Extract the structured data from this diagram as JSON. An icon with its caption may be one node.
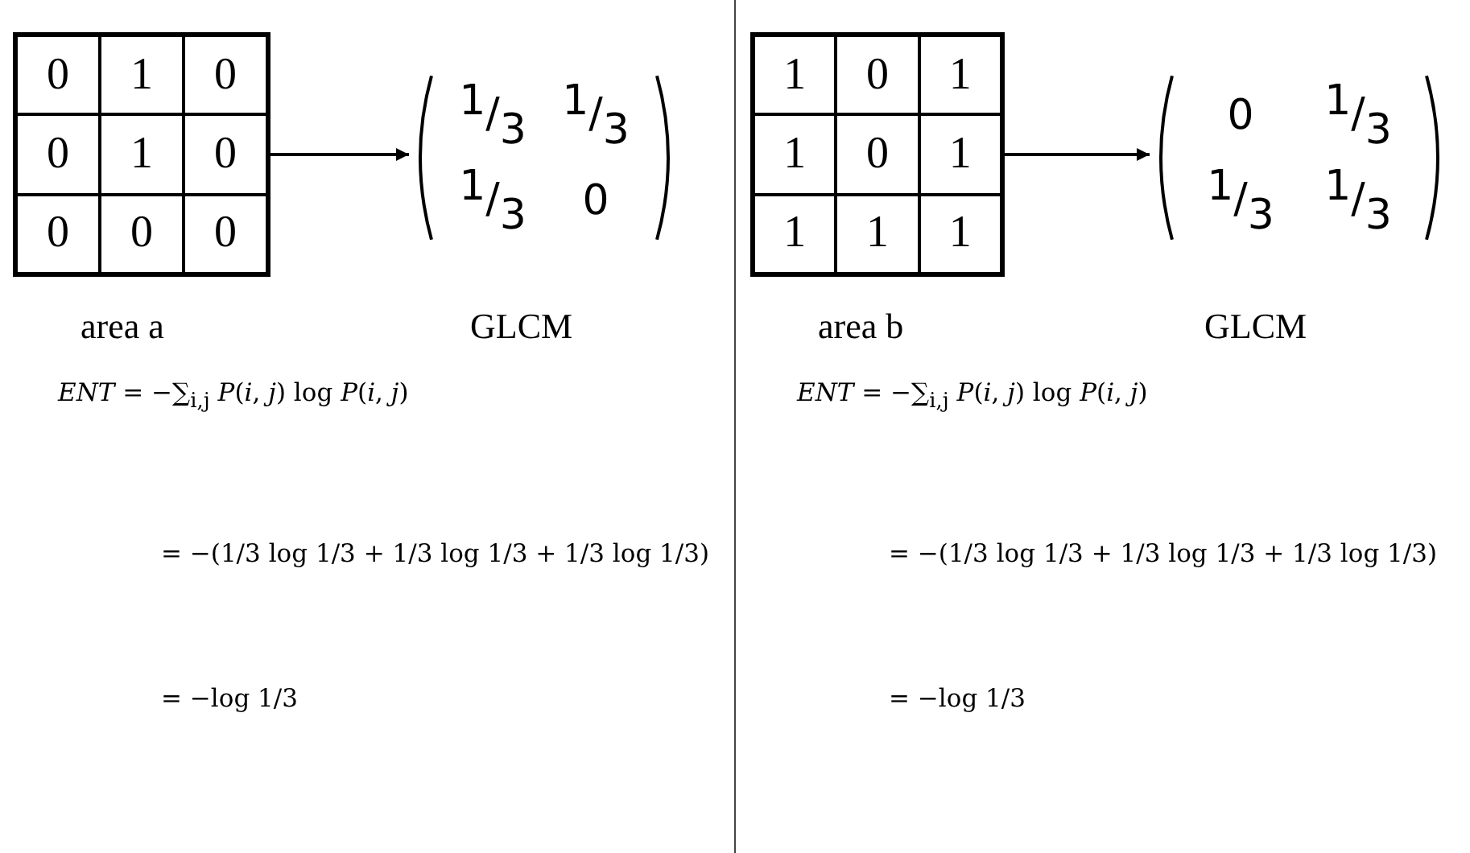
{
  "diagram": {
    "nodes": [
      {
        "text": [
          "0",
          "1",
          "0",
          "0",
          "1",
          "0",
          "0",
          "0",
          "0"
        ]
      },
      {
        "text": [
          "$^{1}$/$_{3}$",
          "$^{1}$/$_{3}$",
          "$^{1}$/$_{3}$",
          "0"
        ]
      },
      {
        "text": [
          "1",
          "0",
          "1",
          "1",
          "0",
          "1",
          "1",
          "1",
          "1"
        ]
      },
      {
        "text": [
          "0",
          "$^{1}$/$_{3}$",
          "$^{1}$/$_{3}$",
          "$^{1}$/$_{3}$"
        ]
      }
    ],
    "edges": [
      {
        "from": 0,
        "to": 1,
        "arrow": "to"
      },
      {
        "from": 2,
        "to": 3,
        "arrow": "to"
      }
    ],
    "labels": [
      "area a",
      "GLCM",
      "*ENT* =  −∑$_{i,j}$ *P*(*i*, *j*) log *P*(*i*, *j*)",
      "=  −(1/3 log 1/3 + 1/3 log 1/3 + 1/3 log 1/3)",
      "=  −log 1/3",
      "area b",
      "GLCM",
      "*ENT* =  −∑$_{i,j}$ *P*(*i*, *j*) log *P*(*i*, *j*)",
      "=  −(1/3 log 1/3 + 1/3 log 1/3 + 1/3 log 1/3)",
      "=  −log 1/3"
    ]
  }
}
